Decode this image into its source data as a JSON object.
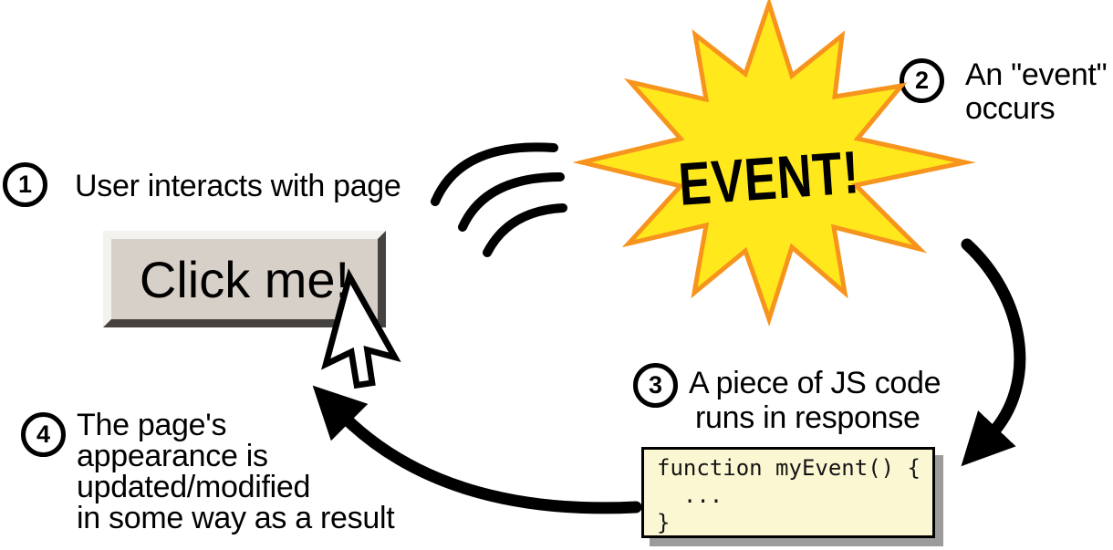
{
  "steps": [
    {
      "num": "1",
      "lines": [
        "User interacts with page"
      ]
    },
    {
      "num": "2",
      "lines": [
        "An \"event\"",
        "occurs"
      ]
    },
    {
      "num": "3",
      "lines": [
        "A piece of JS code",
        "runs in response"
      ]
    },
    {
      "num": "4",
      "lines": [
        "The page's",
        "appearance is",
        "updated/modified",
        "in some way as a result"
      ]
    }
  ],
  "button": {
    "label": "Click me!"
  },
  "burst": {
    "text": "EVENT!"
  },
  "code": {
    "lines": [
      "function myEvent() {",
      "  ...",
      "}"
    ]
  },
  "colors": {
    "burst_fill": "#FFE81C",
    "burst_stroke": "#F7941D",
    "code_bg": "#FBF7D3",
    "code_shadow": "#9B9B9B",
    "btn_face": "#D7D0C8",
    "btn_light": "#F4F2EE",
    "btn_dark": "#454240",
    "ink": "#000000"
  }
}
